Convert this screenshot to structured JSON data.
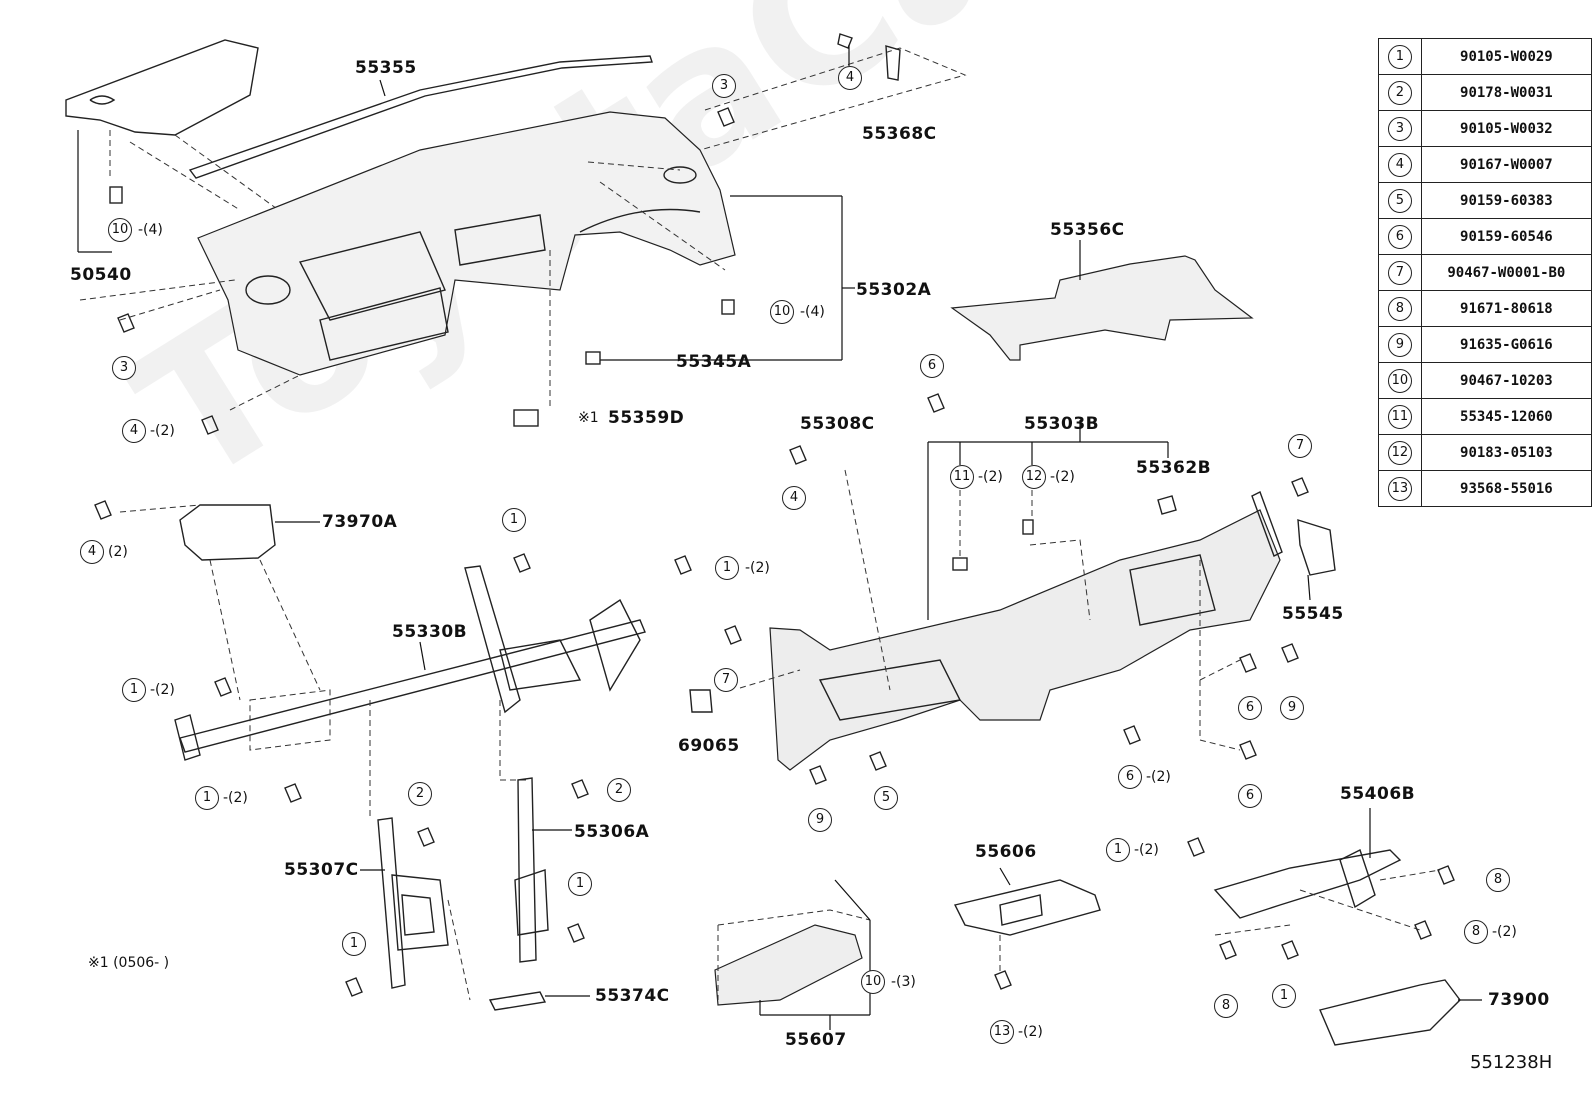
{
  "watermark": "ToyotaCarMine.ru",
  "labels": {
    "l55355": "55355",
    "l55368C": "55368C",
    "l50540": "50540",
    "l55302A": "55302A",
    "l55345A": "55345A",
    "l55359D": "55359D",
    "l55356C": "55356C",
    "l55308C": "55308C",
    "l55303B": "55303B",
    "l55362B": "55362B",
    "l55545": "55545",
    "l73970A": "73970A",
    "l55330B": "55330B",
    "l69065": "69065",
    "l55306A": "55306A",
    "l55307C": "55307C",
    "l55374C": "55374C",
    "l55606": "55606",
    "l55607": "55607",
    "l55406B": "55406B",
    "l73900": "73900"
  },
  "note": {
    "mark": "※1",
    "range": "※1 (0506-      )"
  },
  "figure_code": "551238H",
  "callouts": {
    "n1": "1",
    "n2": "2",
    "n3": "3",
    "n4": "4",
    "n5": "5",
    "n6": "6",
    "n7": "7",
    "n8": "8",
    "n9": "9",
    "n10": "10",
    "n11": "11",
    "n12": "12",
    "n13": "13"
  },
  "quantities": {
    "q2": "-(2)",
    "q3": "-(3)",
    "q4": "-(4)",
    "q2b": "(2)"
  },
  "parts_table": [
    {
      "index": "1",
      "part_no": "90105-W0029"
    },
    {
      "index": "2",
      "part_no": "90178-W0031"
    },
    {
      "index": "3",
      "part_no": "90105-W0032"
    },
    {
      "index": "4",
      "part_no": "90167-W0007"
    },
    {
      "index": "5",
      "part_no": "90159-60383"
    },
    {
      "index": "6",
      "part_no": "90159-60546"
    },
    {
      "index": "7",
      "part_no": "90467-W0001-B0"
    },
    {
      "index": "8",
      "part_no": "91671-80618"
    },
    {
      "index": "9",
      "part_no": "91635-G0616"
    },
    {
      "index": "10",
      "part_no": "90467-10203"
    },
    {
      "index": "11",
      "part_no": "55345-12060"
    },
    {
      "index": "12",
      "part_no": "90183-05103"
    },
    {
      "index": "13",
      "part_no": "93568-55016"
    }
  ]
}
